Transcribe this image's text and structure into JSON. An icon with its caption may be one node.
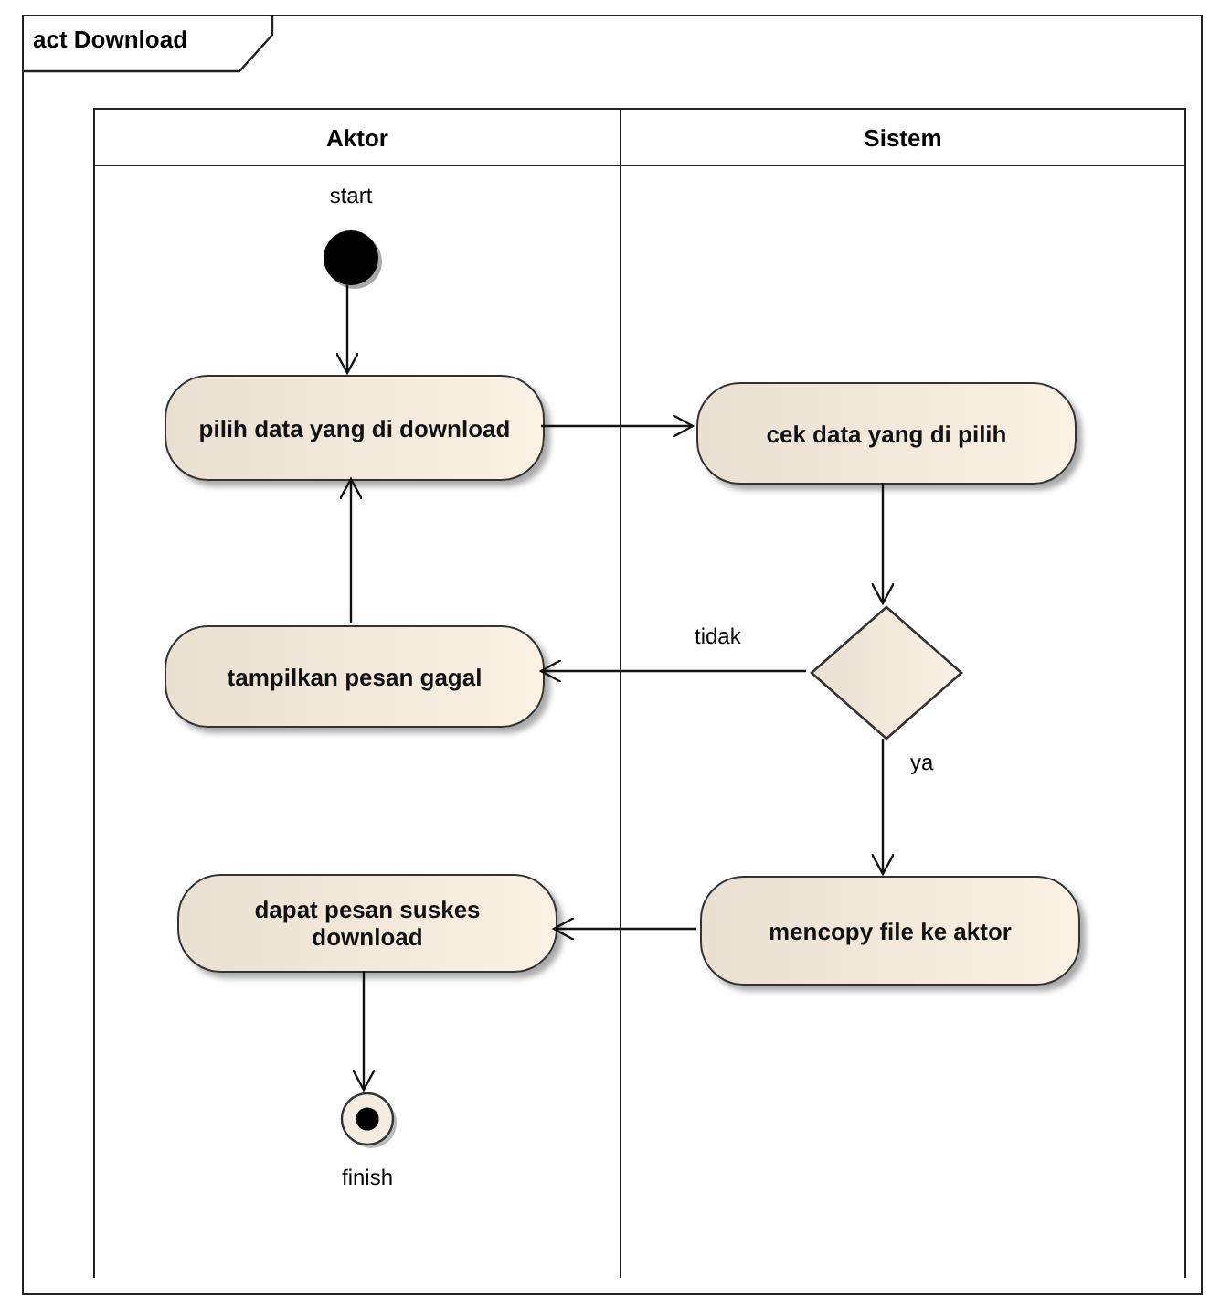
{
  "diagram": {
    "nodes": [
      {
        "text": [
          "act Download"
        ]
      },
      {
        "text": [
          "Aktor"
        ],
        "in": 0
      },
      {
        "text": [
          "Sistem"
        ],
        "in": 0
      },
      {
        "text": [],
        "shape": "circle",
        "beside": [
          "start"
        ],
        "in": 1
      },
      {
        "text": [
          "pilih data yang di download"
        ],
        "in": 1
      },
      {
        "text": [
          "cek data yang di pilih"
        ],
        "in": 2
      },
      {
        "text": [],
        "shape": "diamond",
        "in": 2
      },
      {
        "text": [
          "tampilkan pesan gagal"
        ],
        "in": 1
      },
      {
        "text": [
          "mencopy file ke aktor"
        ],
        "in": 2
      },
      {
        "text": [
          "dapat pesan suskes download"
        ],
        "in": 1
      },
      {
        "text": [],
        "shape": "circle",
        "beside": [
          "finish"
        ],
        "in": 1
      }
    ],
    "edges": [
      {
        "from": 3,
        "to": 4,
        "arrow": "to"
      },
      {
        "from": 4,
        "to": 5,
        "arrow": "to"
      },
      {
        "from": 5,
        "to": 6,
        "arrow": "to"
      },
      {
        "from": 6,
        "to": 7,
        "arrow": "to",
        "label": "tidak"
      },
      {
        "from": 7,
        "to": 4,
        "arrow": "to"
      },
      {
        "from": 6,
        "to": 8,
        "arrow": "to",
        "label": "ya"
      },
      {
        "from": 8,
        "to": 9,
        "arrow": "to"
      },
      {
        "from": 9,
        "to": 10,
        "arrow": "to"
      }
    ]
  }
}
